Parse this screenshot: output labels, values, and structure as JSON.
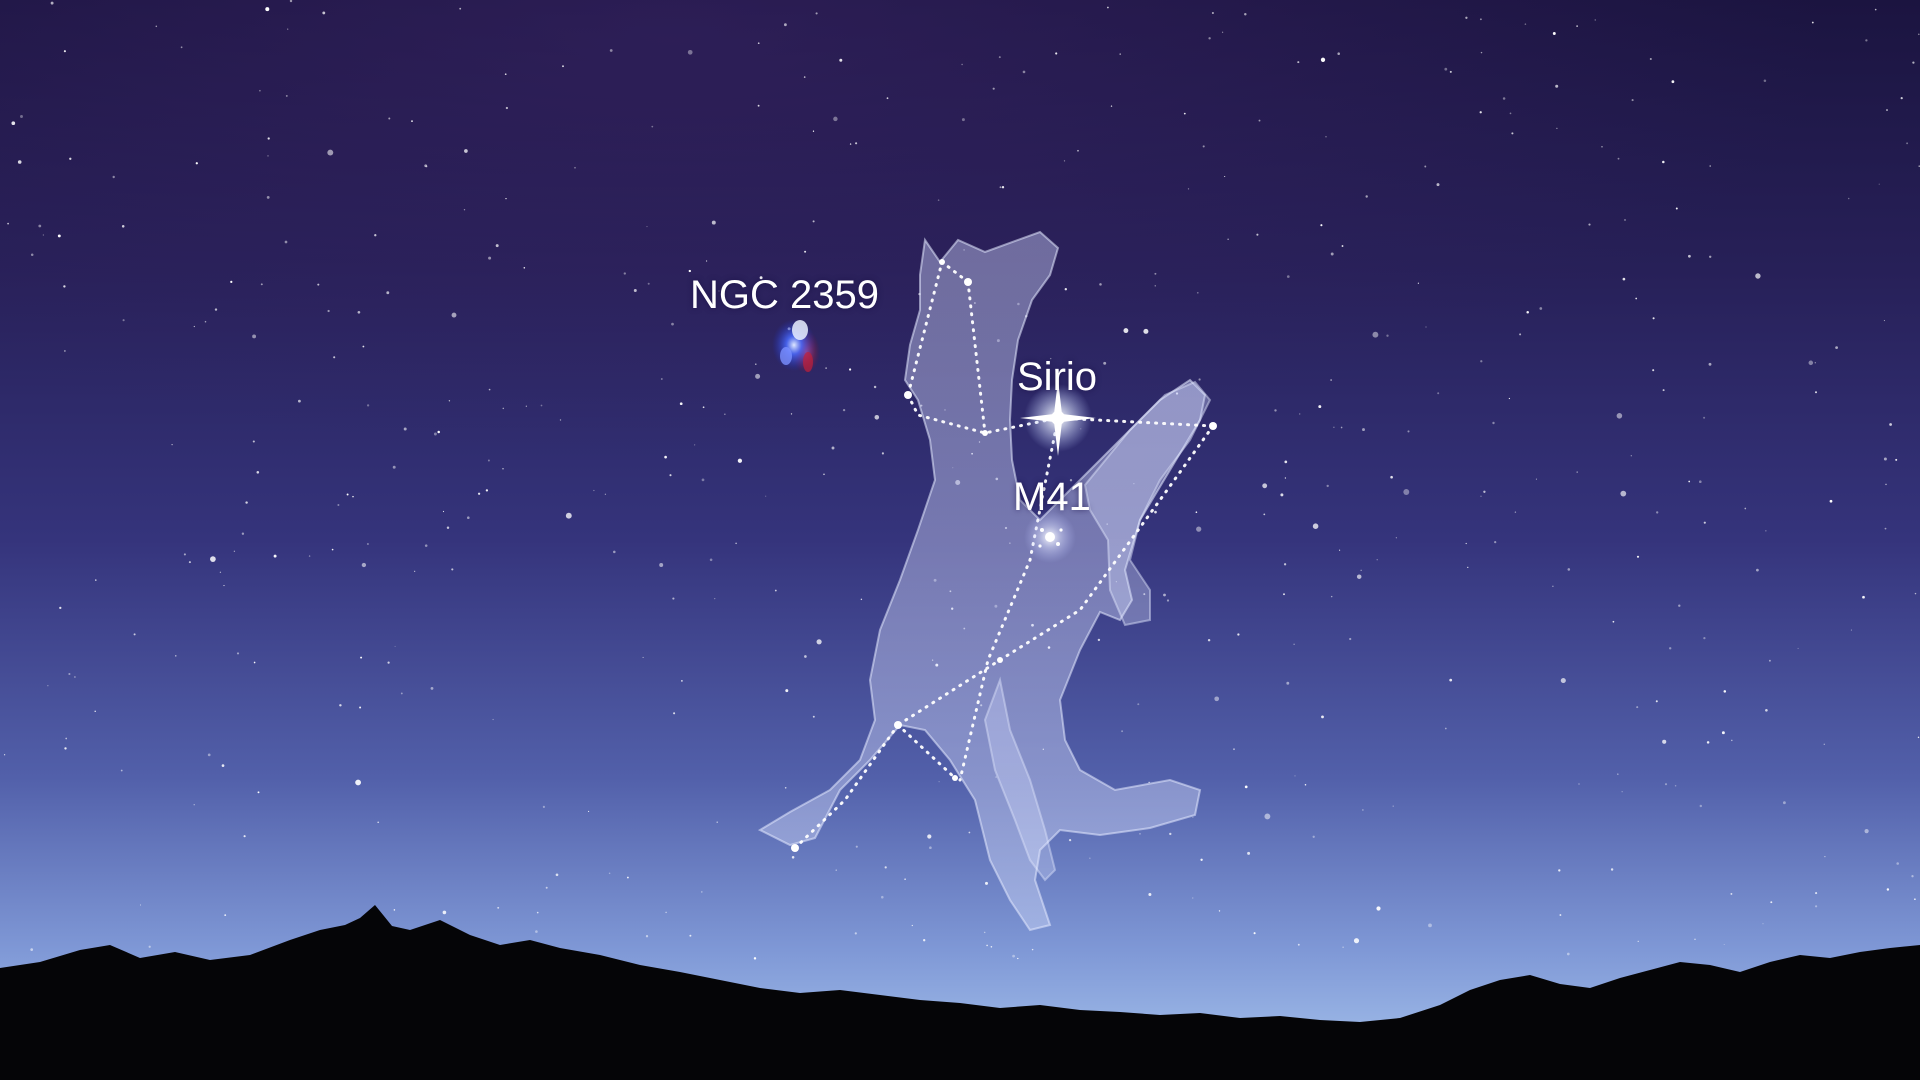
{
  "labels": {
    "ngc2359": "NGC 2359",
    "sirio": "Sirio",
    "m41": "M41"
  },
  "colors": {
    "sky_top": "#1b1440",
    "sky_upper_mid": "#2a2466",
    "sky_mid": "#3c3f8e",
    "sky_lower": "#6f86c9",
    "horizon_glow": "#a9c6ee",
    "mountains": "#050507",
    "constellation_lines": "#ffffff",
    "dog_figure": "#c7cff5",
    "nebula_blue": "#3a5bff",
    "nebula_red": "#c0203a"
  },
  "icons": {
    "figure": "dog-constellation-figure",
    "nebula": "nebula-icon",
    "star": "star-icon",
    "cluster": "star-cluster-icon"
  }
}
